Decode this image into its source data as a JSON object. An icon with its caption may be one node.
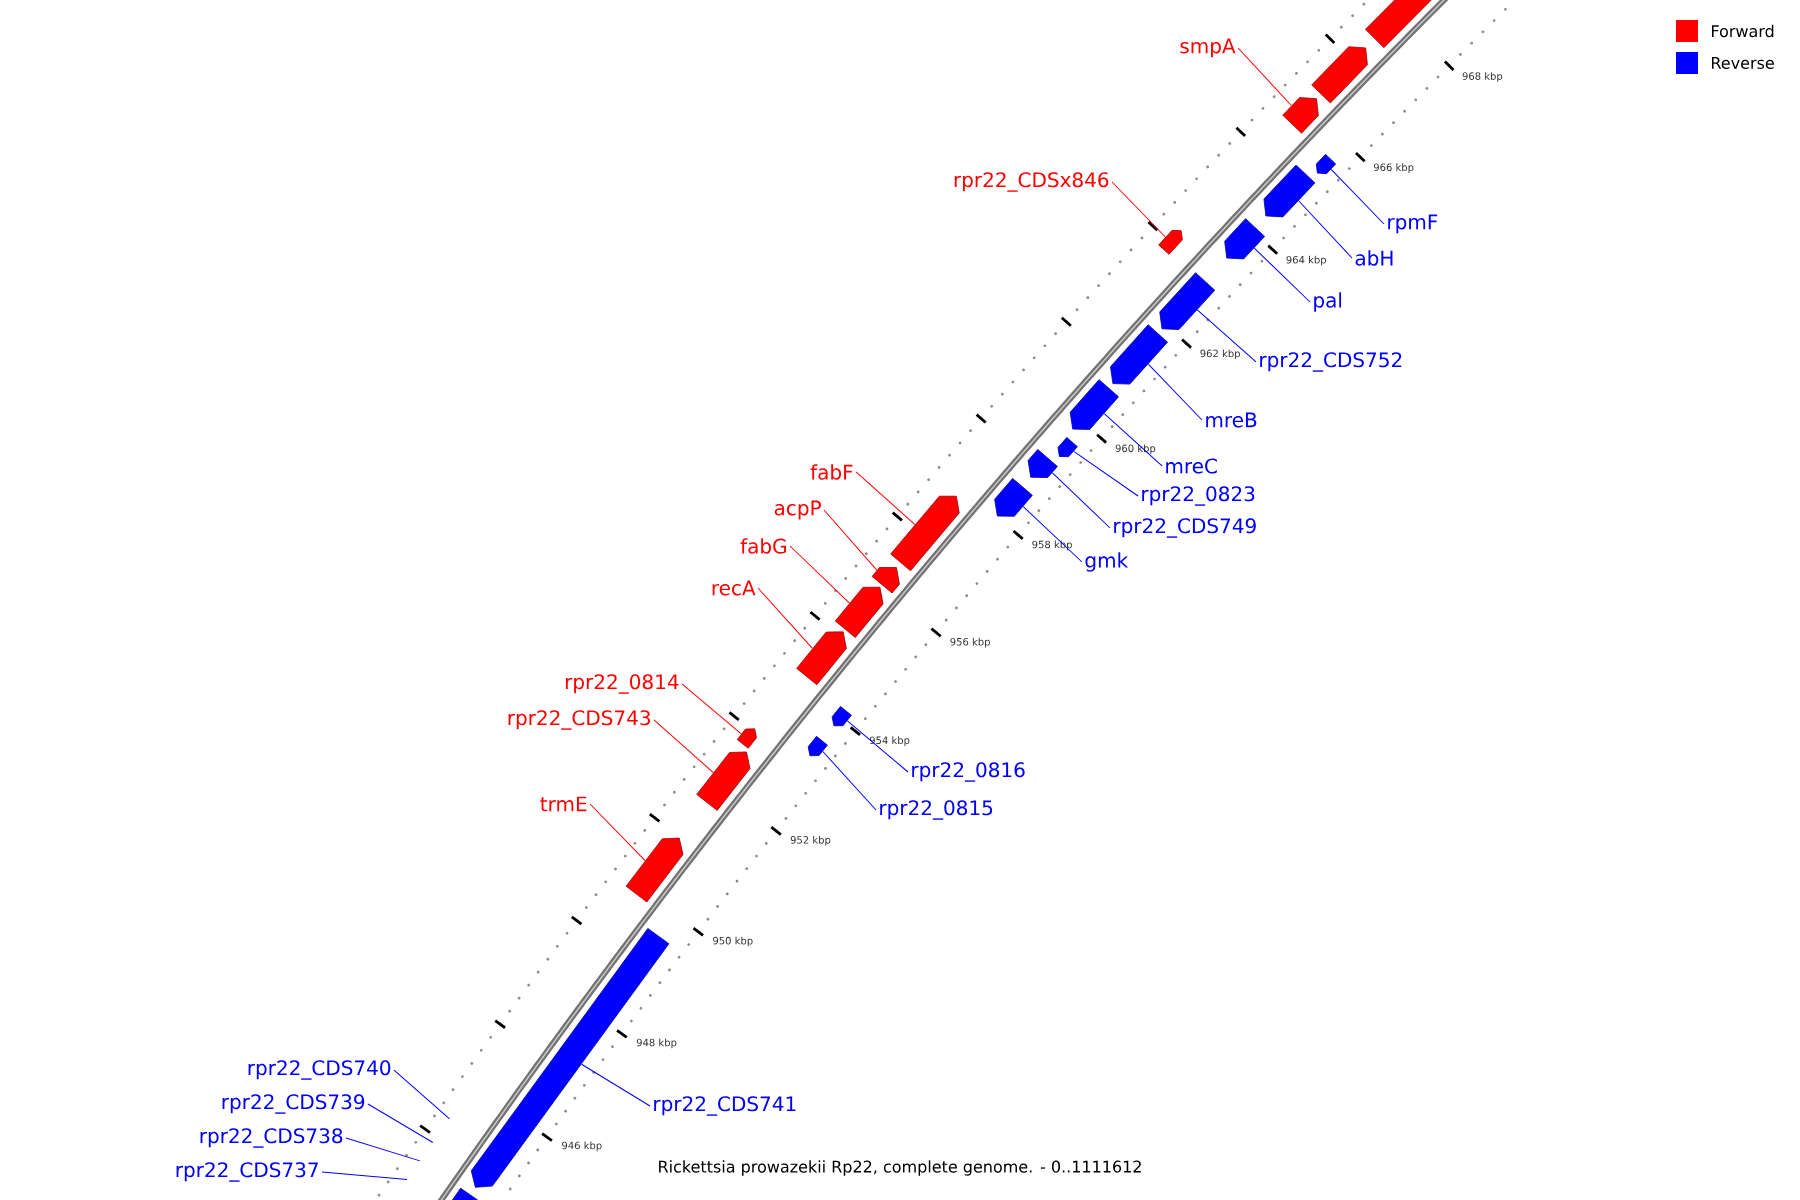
{
  "diagram": {
    "caption": "Rickettsia prowazekii Rp22, complete genome. - 0..1111612",
    "nodes": [
      {
        "text": [
          "smpA"
        ]
      },
      {
        "text": [
          "rpr22_CDSx846"
        ]
      },
      {
        "text": [
          "rpmF"
        ]
      },
      {
        "text": [
          "abH"
        ]
      },
      {
        "text": [
          "pal"
        ]
      },
      {
        "text": [
          "rpr22_CDS752"
        ]
      },
      {
        "text": [
          "mreB"
        ]
      },
      {
        "text": [
          "mreC"
        ]
      },
      {
        "text": [
          "fabF"
        ]
      },
      {
        "text": [
          "rpr22_0823"
        ]
      },
      {
        "text": [
          "acpP"
        ]
      },
      {
        "text": [
          "rpr22_CDS749"
        ]
      },
      {
        "text": [
          "fabG"
        ]
      },
      {
        "text": [
          "gmk"
        ]
      },
      {
        "text": [
          "recA"
        ]
      },
      {
        "text": [
          "rpr22_0814"
        ]
      },
      {
        "text": [
          "rpr22_CDS743"
        ]
      },
      {
        "text": [
          "rpr22_0816"
        ]
      },
      {
        "text": [
          "trmE"
        ]
      },
      {
        "text": [
          "rpr22_0815"
        ]
      },
      {
        "text": [
          "rpr22_CDS740"
        ]
      },
      {
        "text": [
          "rpr22_CDS739"
        ]
      },
      {
        "text": [
          "rpr22_CDS741"
        ]
      },
      {
        "text": [
          "rpr22_CDS738"
        ]
      },
      {
        "text": [
          "rpr22_CDS737"
        ]
      },
      {
        "text": [],
        "shape": "bar"
      },
      {
        "text": [],
        "shape": "bar"
      },
      {
        "text": [],
        "shape": "bar"
      },
      {
        "text": [],
        "shape": "bar"
      },
      {
        "text": [],
        "shape": "bar"
      },
      {
        "text": [],
        "shape": "bar"
      },
      {
        "text": [],
        "shape": "bar"
      },
      {
        "text": [],
        "shape": "bar"
      },
      {
        "text": [],
        "shape": "bar"
      },
      {
        "text": [],
        "shape": "bar"
      },
      {
        "text": [],
        "shape": "bar"
      },
      {
        "text": [],
        "shape": "bar"
      },
      {
        "text": [],
        "shape": "bar"
      },
      {
        "text": [],
        "shape": "bar"
      },
      {
        "text": [],
        "shape": "bar"
      },
      {
        "text": [],
        "shape": "bar"
      },
      {
        "text": [],
        "shape": "bar"
      },
      {
        "text": [],
        "shape": "bar"
      },
      {
        "text": [],
        "shape": "bar"
      },
      {
        "text": [],
        "shape": "bar"
      },
      {
        "text": [],
        "shape": "bar"
      },
      {
        "text": [],
        "shape": "bar"
      },
      {
        "text": [],
        "shape": "bar"
      },
      {
        "text": [],
        "shape": "bar"
      }
    ],
    "edges": [
      {
        "from": 0,
        "to": 27,
        "arrow": "none",
        "color": "#ff0000"
      },
      {
        "from": 1,
        "to": 31,
        "arrow": "none",
        "color": "#ff0000"
      },
      {
        "from": 2,
        "to": 28,
        "arrow": "none"
      },
      {
        "from": 3,
        "to": 29,
        "arrow": "none"
      },
      {
        "from": 4,
        "to": 30,
        "arrow": "none"
      },
      {
        "from": 5,
        "to": 32,
        "arrow": "none"
      },
      {
        "from": 6,
        "to": 33,
        "arrow": "none"
      },
      {
        "from": 7,
        "to": 34,
        "arrow": "none"
      },
      {
        "from": 8,
        "to": 38,
        "arrow": "none",
        "color": "#ff0000"
      },
      {
        "from": 9,
        "to": 35,
        "arrow": "none"
      },
      {
        "from": 10,
        "to": 39,
        "arrow": "none",
        "color": "#ff0000"
      },
      {
        "from": 11,
        "to": 36,
        "arrow": "none"
      },
      {
        "from": 12,
        "to": 40,
        "arrow": "none",
        "color": "#ff0000"
      },
      {
        "from": 13,
        "to": 37,
        "arrow": "none"
      },
      {
        "from": 14,
        "to": 41,
        "arrow": "none",
        "color": "#ff0000"
      },
      {
        "from": 15,
        "to": 44,
        "arrow": "none",
        "color": "#ff0000"
      },
      {
        "from": 16,
        "to": 45,
        "arrow": "none",
        "color": "#ff0000"
      },
      {
        "from": 17,
        "to": 42,
        "arrow": "none"
      },
      {
        "from": 18,
        "to": 46,
        "arrow": "none",
        "color": "#ff0000"
      },
      {
        "from": 19,
        "to": 43,
        "arrow": "none"
      },
      {
        "from": 20,
        "to": null,
        "arrow": "none"
      },
      {
        "from": 21,
        "to": null,
        "arrow": "none"
      },
      {
        "from": 22,
        "to": 47,
        "arrow": "none"
      },
      {
        "from": 23,
        "to": null,
        "arrow": "none"
      },
      {
        "from": 24,
        "to": null,
        "arrow": "none"
      }
    ],
    "labels": [
      "968 kbp",
      "966 kbp",
      "964 kbp",
      "962 kbp",
      "960 kbp",
      "958 kbp",
      "956 kbp",
      "954 kbp",
      "952 kbp",
      "950 kbp",
      "948 kbp",
      "946 kbp"
    ],
    "legend": [
      {
        "text": "Forward",
        "color": "#ff0000"
      },
      {
        "text": "Reverse",
        "color": "#0000ff"
      }
    ]
  }
}
